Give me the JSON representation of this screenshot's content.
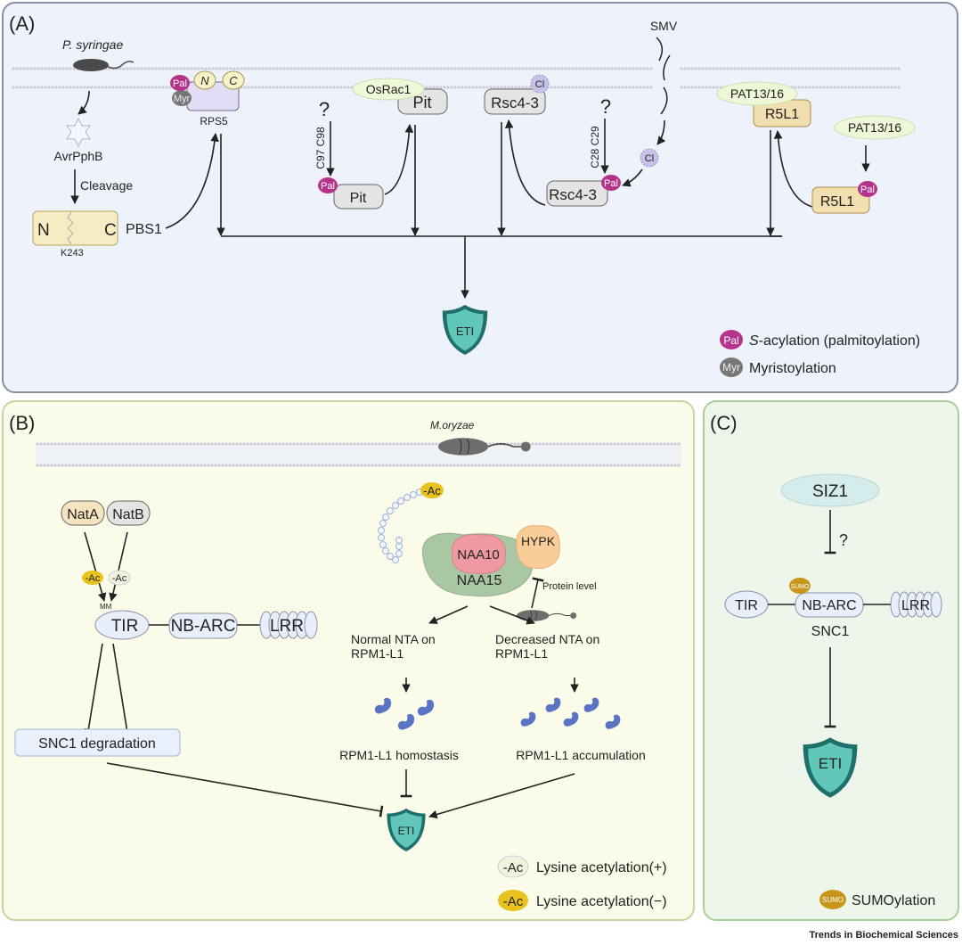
{
  "panels": {
    "a": "(A)",
    "b": "(B)",
    "c": "(C)"
  },
  "colors": {
    "panel_a_bg": "#eef2fb",
    "panel_b_bg": "#fbfbe9",
    "panel_c_bg": "#eef6ec",
    "pal": "#b5338a",
    "myr": "#777777",
    "shield": "#5fc3b8",
    "ac_minus": "#e8c21e",
    "ac_plus": "#eef5dc",
    "sumo": "#c9961c"
  },
  "a": {
    "pathogen": "P. syringae",
    "effector": "AvrPphB",
    "cleavage": "Cleavage",
    "pbs1": {
      "n": "N",
      "c": "C",
      "site": "K243",
      "label": "PBS1"
    },
    "rps5": {
      "pal": "Pal",
      "myr": "Myr",
      "n": "N",
      "c": "C",
      "label": "RPS5"
    },
    "question": "?",
    "pit_sites": "C97 C98",
    "pit": "Pit",
    "pal": "Pal",
    "osrac1": "OsRac1",
    "rsc": "Rsc4-3",
    "cl": "Cl",
    "rsc_sites": "C28 C29",
    "smv": "SMV",
    "pat": "PAT13/16",
    "r5l1": "R5L1",
    "eti": "ETI",
    "legend": {
      "pal_badge": "Pal",
      "pal_italic": "S",
      "pal_text": "-acylation (palmitoylation)",
      "myr_badge": "Myr",
      "myr_text": "Myristoylation"
    }
  },
  "b": {
    "pathogen": "M.oryzae",
    "nata": "NatA",
    "natb": "NatB",
    "ac": "-Ac",
    "mm": "MM",
    "tir": "TIR",
    "nbarc": "NB-ARC",
    "lrr": "LRR",
    "snc1_degradation": "SNC1 degradation",
    "naa10": "NAA10",
    "naa15": "NAA15",
    "hypk": "HYPK",
    "protein_level": "Protein level",
    "normal_nta": [
      "Normal NTA on",
      "RPM1-L1"
    ],
    "decreased_nta": [
      "Decreased NTA on",
      "RPM1-L1"
    ],
    "homostasis": "RPM1-L1 homostasis",
    "accumulation": "RPM1-L1 accumulation",
    "eti": "ETI",
    "legend": {
      "plus_badge": "-Ac",
      "plus_text": "Lysine acetylation(+)",
      "minus_badge": "-Ac",
      "minus_text": "Lysine acetylation(−)"
    }
  },
  "c": {
    "siz1": "SIZ1",
    "question": "?",
    "sumo": "SUMO",
    "tir": "TIR",
    "nbarc": "NB-ARC",
    "lrr": "LRR",
    "snc1": "SNC1",
    "eti": "ETI",
    "legend": {
      "badge": "SUMO",
      "text": "SUMOylation"
    }
  },
  "footer": "Trends in Biochemical Sciences"
}
